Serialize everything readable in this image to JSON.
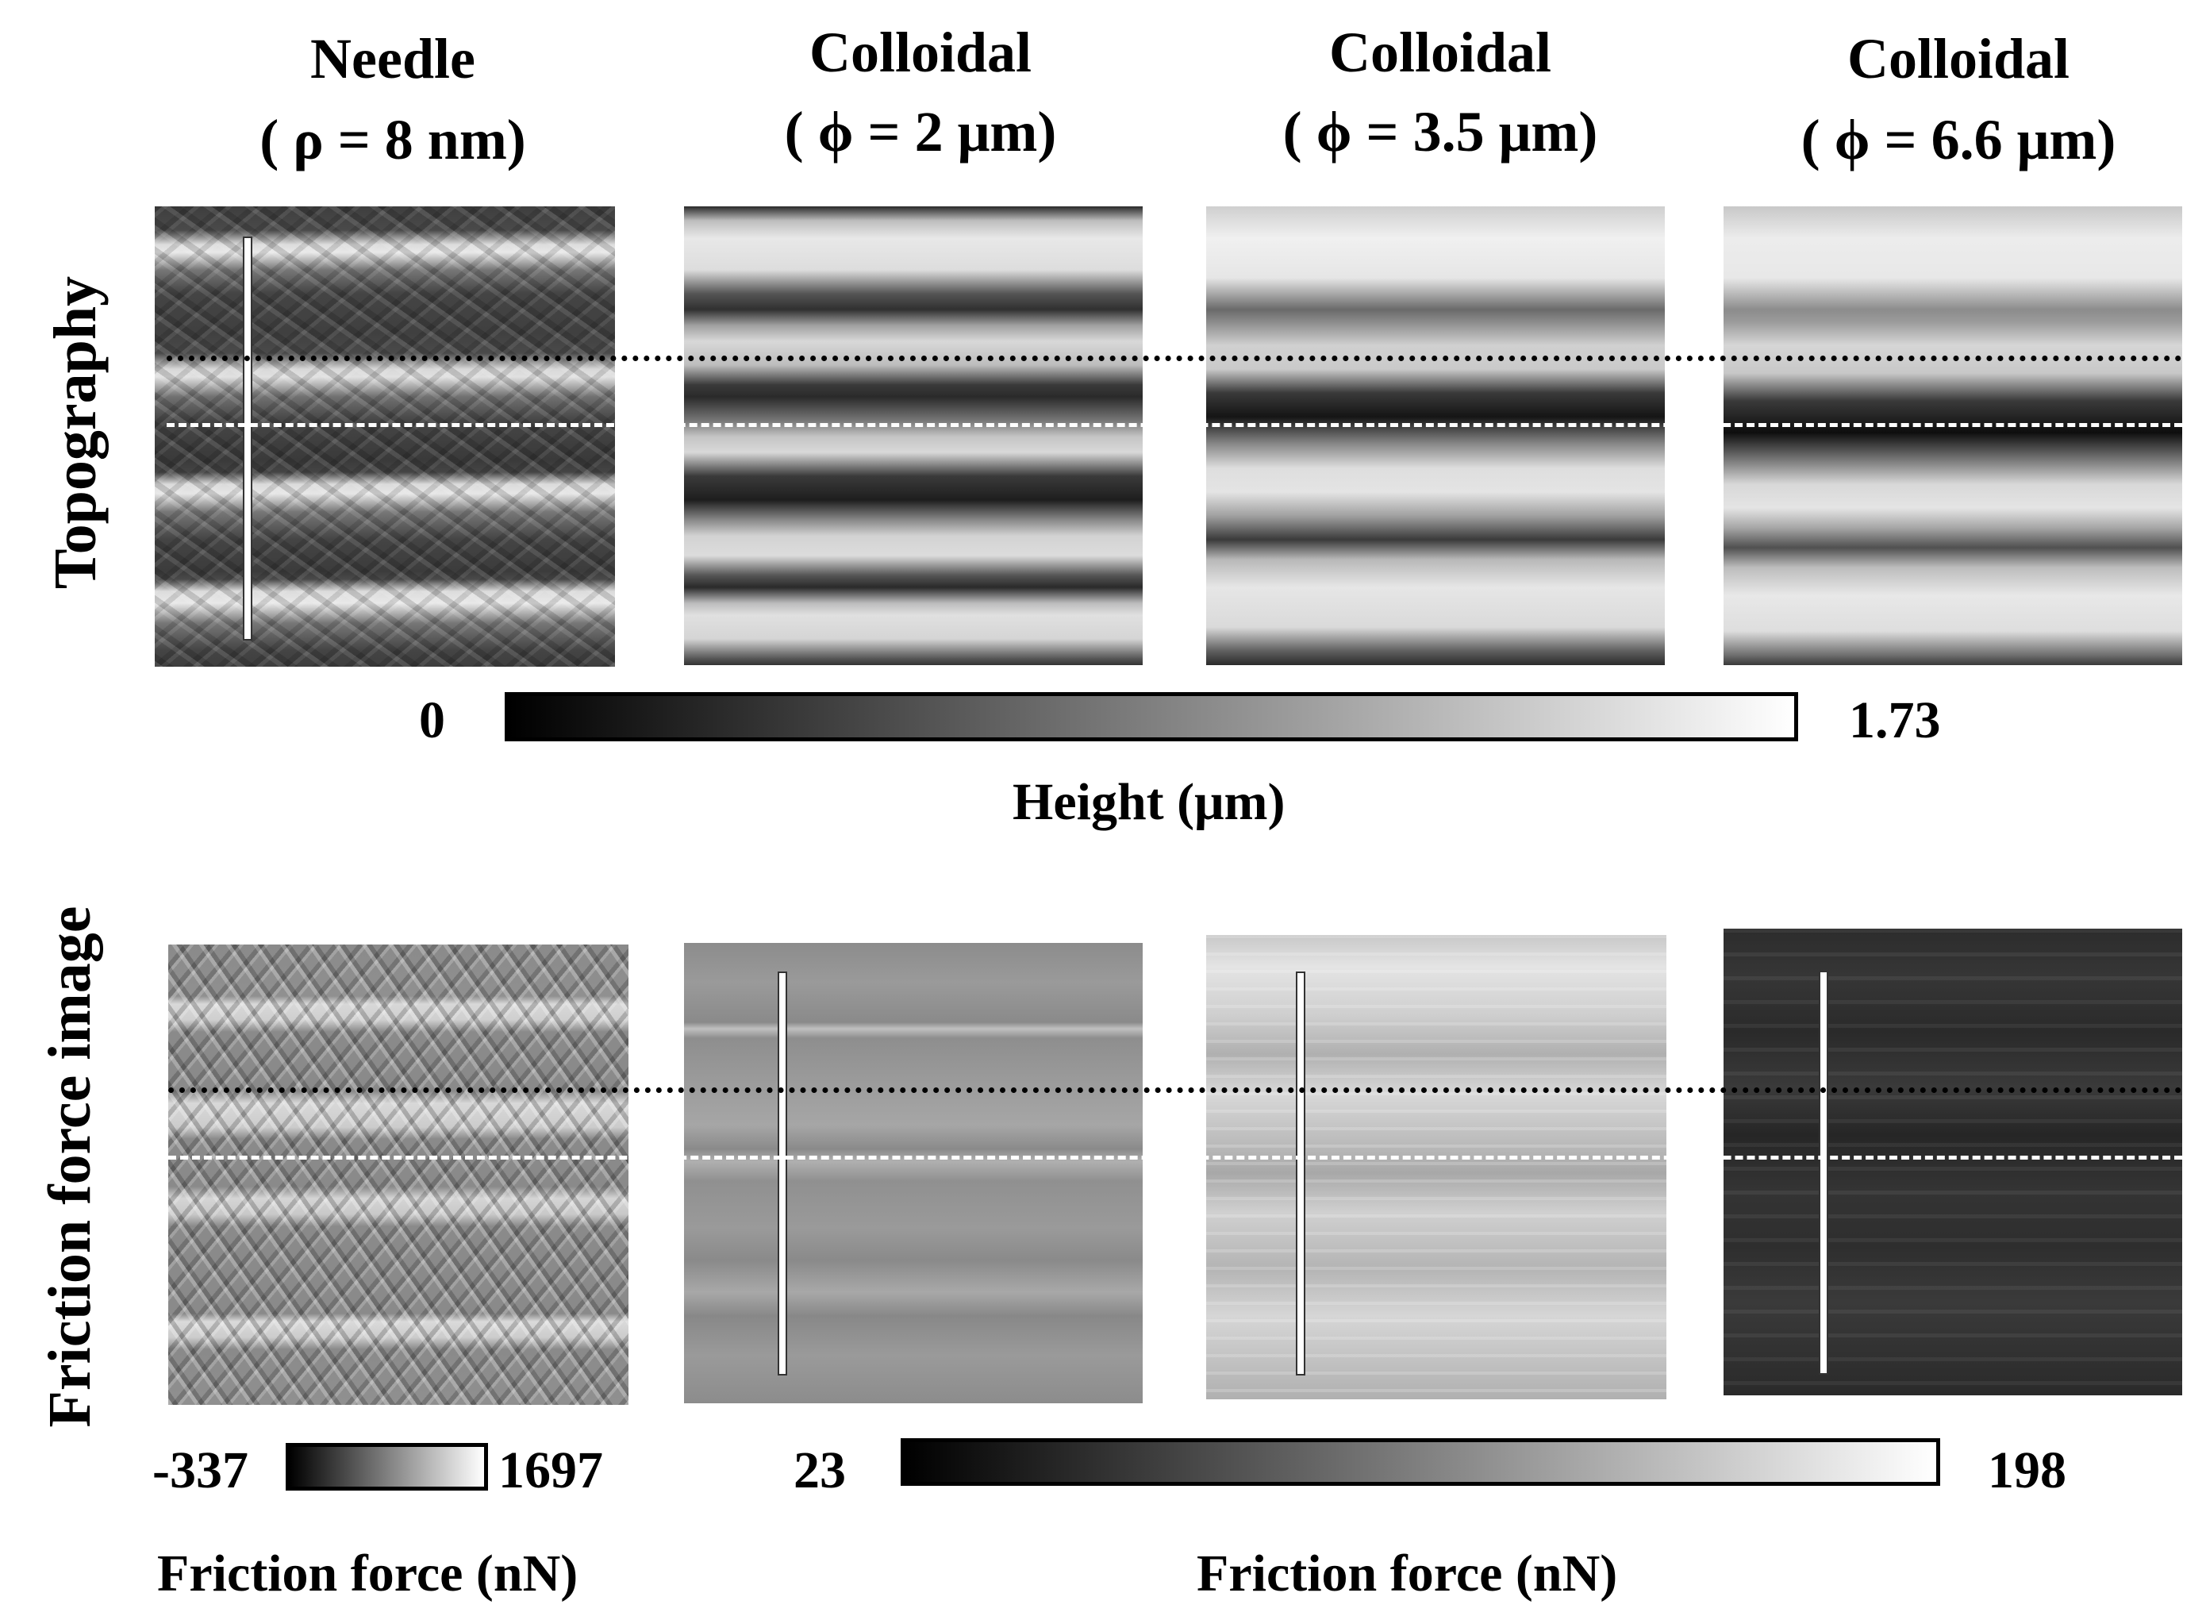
{
  "columns": [
    {
      "line1": "Needle",
      "line2": "( ρ = 8 nm)"
    },
    {
      "line1": "Colloidal",
      "line2": "( ϕ = 2 μm)"
    },
    {
      "line1": "Colloidal",
      "line2": "( ϕ = 3.5 μm)"
    },
    {
      "line1": "Colloidal",
      "line2": "( ϕ = 6.6 μm)"
    }
  ],
  "rows": {
    "topography": "Topography",
    "friction": "Friction force image"
  },
  "colorbars": {
    "height": {
      "min": "0",
      "max": "1.73",
      "label": "Height (μm)"
    },
    "friction_needle": {
      "min": "-337",
      "max": "1697",
      "label": "Friction force (nN)"
    },
    "friction_colloidal": {
      "min": "23",
      "max": "198",
      "label": "Friction force (nN)"
    }
  }
}
